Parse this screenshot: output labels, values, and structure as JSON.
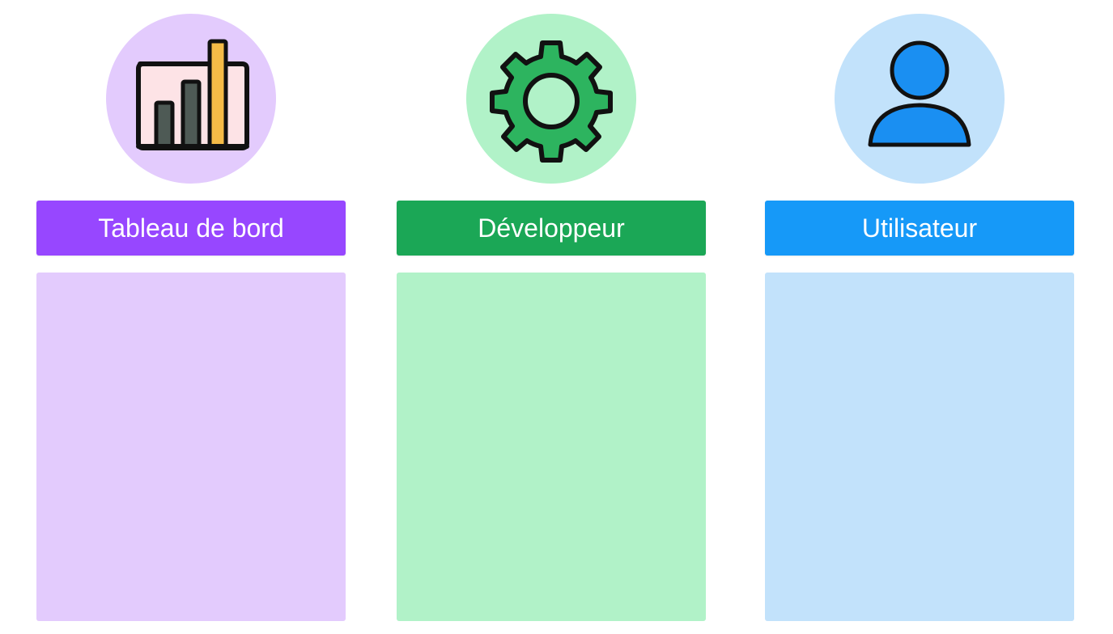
{
  "columns": [
    {
      "id": "dashboard",
      "label": "Tableau de bord",
      "icon": "bar-chart-icon",
      "accent_color": "#9747FF",
      "light_color": "#E3CBFD"
    },
    {
      "id": "developer",
      "label": "Développeur",
      "icon": "gear-icon",
      "accent_color": "#1BA756",
      "light_color": "#B1F2C8"
    },
    {
      "id": "user",
      "label": "Utilisateur",
      "icon": "user-icon",
      "accent_color": "#1699F8",
      "light_color": "#C2E2FB"
    }
  ]
}
